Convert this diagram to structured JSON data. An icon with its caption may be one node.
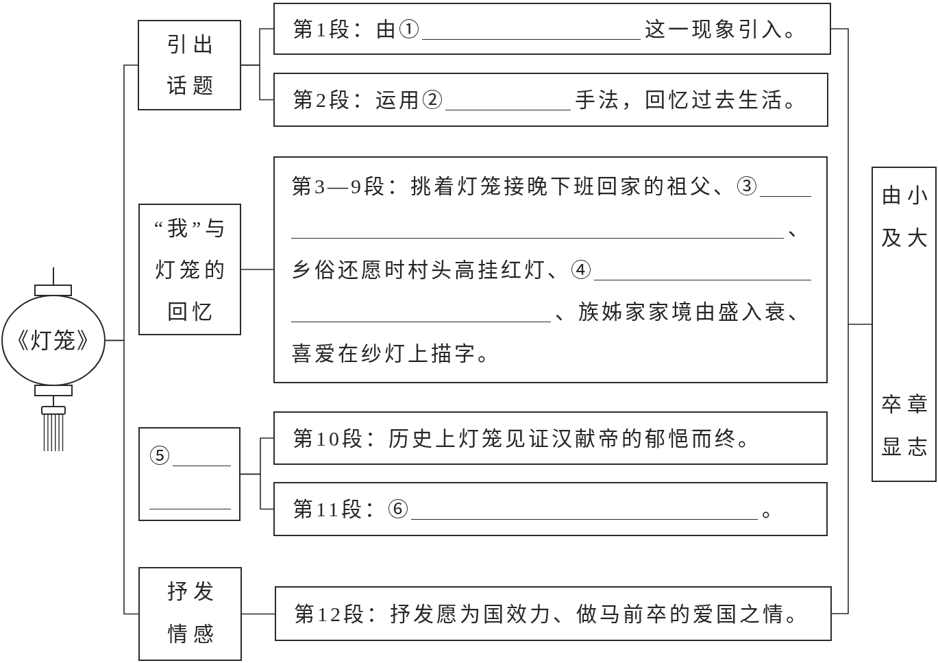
{
  "diagram": {
    "nodes": [
      {
        "text": [
          "《灯笼》"
        ]
      },
      {
        "text": [
          "引出话题"
        ]
      },
      {
        "text": [
          "第1段：由①",
          "这一现象引入。"
        ]
      },
      {
        "text": [
          "第2段：运用②",
          "手法，回忆过去生活。"
        ]
      },
      {
        "text": [
          "“我”与灯笼的回忆"
        ]
      },
      {
        "text": [
          "第3—9段：挑着灯笼接晚下班回家的祖父、③",
          "、",
          "乡俗还愿时村头高挂红灯、④",
          "、族姊家家境由盛入衰、",
          "喜爱在纱灯上描字。"
        ]
      },
      {
        "text": [
          "⑤"
        ]
      },
      {
        "text": [
          "第10段：历史上灯笼见证汉献帝的郁悒而终。"
        ]
      },
      {
        "text": [
          "第11段：⑥",
          "。"
        ]
      },
      {
        "text": [
          "抒发情感"
        ]
      },
      {
        "text": [
          "第12段：抒发愿为国效力、做马前卒的爱国之情。"
        ]
      },
      {
        "text": [
          "由小及大",
          "卒章显志"
        ]
      }
    ],
    "edges": [
      {
        "from": 0,
        "to": 1,
        "arrow": "none"
      },
      {
        "from": 0,
        "to": 9,
        "arrow": "none"
      },
      {
        "from": 1,
        "to": 2,
        "arrow": "none"
      },
      {
        "from": 1,
        "to": 3,
        "arrow": "none"
      },
      {
        "from": 4,
        "to": 5,
        "arrow": "none"
      },
      {
        "from": 6,
        "to": 7,
        "arrow": "none"
      },
      {
        "from": 6,
        "to": 8,
        "arrow": "none"
      },
      {
        "from": 9,
        "to": 10,
        "arrow": "none"
      },
      {
        "from": 2,
        "to": 11,
        "arrow": "none"
      },
      {
        "from": 10,
        "to": 11,
        "arrow": "none"
      }
    ]
  }
}
